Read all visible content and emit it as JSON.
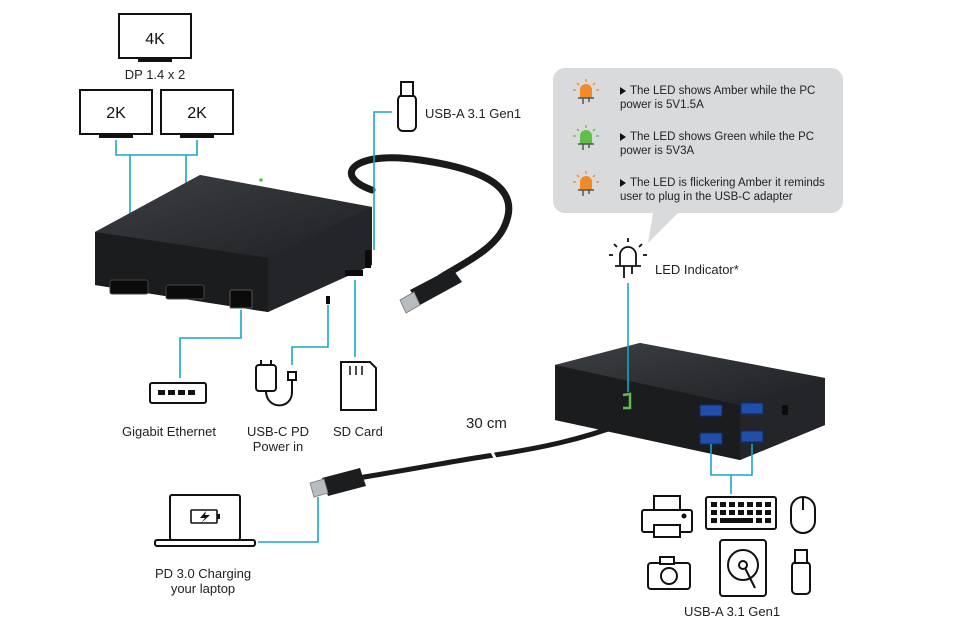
{
  "monitors": {
    "top": "4K",
    "top_caption": "DP 1.4 x 2",
    "left": "2K",
    "right": "2K"
  },
  "labels": {
    "usb_a_top": "USB-A 3.1 Gen1",
    "gigabit": "Gigabit Ethernet",
    "usbc_pd_line1": "USB-C PD",
    "usbc_pd_line2": "Power in",
    "sd_card": "SD Card",
    "cable_length": "30 cm",
    "laptop_line1": "PD 3.0 Charging",
    "laptop_line2": "your laptop",
    "led_indicator": "LED Indicator*",
    "usb_a_bottom": "USB-A 3.1 Gen1"
  },
  "led_notes": [
    {
      "color": "amber",
      "line1": "The LED shows Amber while the PC",
      "line2": "power is 5V1.5A"
    },
    {
      "color": "green",
      "line1": "The LED shows Green while the PC",
      "line2": "power is 5V3A"
    },
    {
      "color": "amber",
      "line1": "The LED is flickering Amber it reminds",
      "line2": "user to plug in the USB-C adapter"
    }
  ],
  "colors": {
    "connector_line": "#19a6c8",
    "amber": "#f08a2a",
    "green": "#5fbf4a",
    "callout_bg": "#d9dadb",
    "device_body": "#2b2d30"
  }
}
